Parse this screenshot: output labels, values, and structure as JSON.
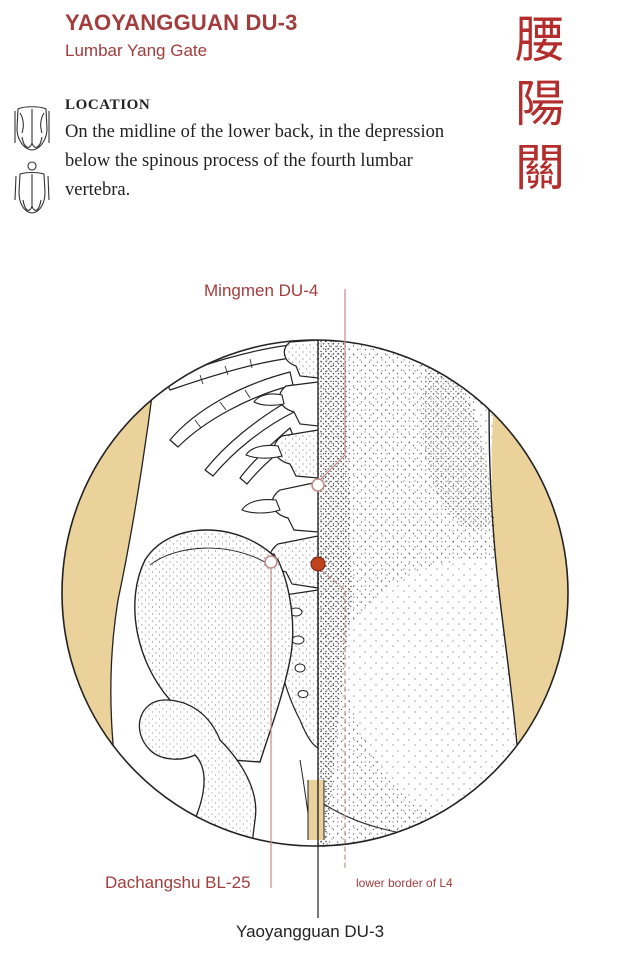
{
  "header": {
    "title": "YAOYANGGUAN DU-3",
    "subtitle": "Lumbar Yang Gate",
    "chinese_characters": [
      "腰",
      "陽",
      "關"
    ]
  },
  "location": {
    "heading": "LOCATION",
    "description": "On the midline of the lower back, in the depression below the spinous process of the fourth lumbar vertebra."
  },
  "diagram": {
    "labels": {
      "mingmen": "Mingmen DU-4",
      "dachangshu": "Dachangshu BL-25",
      "lower_border": "lower border of L4",
      "yaoyangguan": "Yaoyangguan DU-3"
    },
    "colors": {
      "accent": "#a23d3d",
      "point_fill": "#c0431d",
      "skin": "#ebd29a",
      "leader": "#c48b8b"
    },
    "icons": [
      "back-view-figure-icon",
      "back-view-torso-icon"
    ]
  }
}
